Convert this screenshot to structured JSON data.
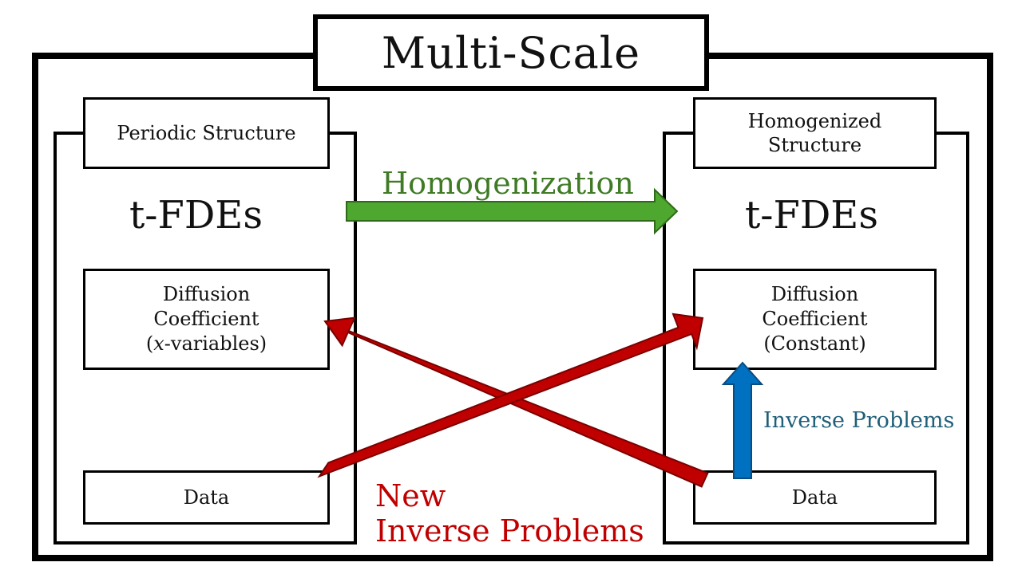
{
  "title": "Multi-Scale",
  "left": {
    "structure": "Periodic Structure",
    "equation": "t-FDEs",
    "diffusion_line1": "Diffusion",
    "diffusion_line2": "Coefficient",
    "diffusion_line3_var": "x",
    "diffusion_line3_rest": "-variables)",
    "diffusion_line3_open": "(",
    "data": "Data"
  },
  "right": {
    "structure_line1": "Homogenized",
    "structure_line2": "Structure",
    "equation": "t-FDEs",
    "diffusion_line1": "Diffusion",
    "diffusion_line2": "Coefficient",
    "diffusion_line3": "(Constant)",
    "data": "Data"
  },
  "arrows": {
    "homogenization": "Homogenization",
    "inverse_problems": "Inverse Problems",
    "new_line1": "New",
    "new_line2": "Inverse Problems"
  },
  "colors": {
    "homogenization_arrow": "#4ea72e",
    "inverse_arrow": "#0070c0",
    "new_arrow": "#c00000"
  }
}
